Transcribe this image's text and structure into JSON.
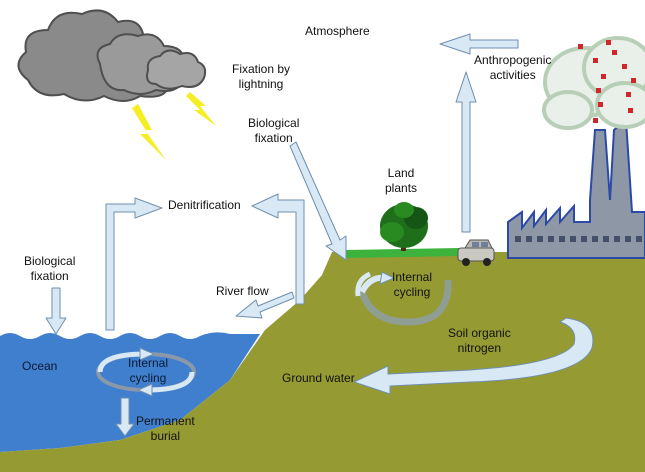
{
  "labels": {
    "atmosphere": "Atmosphere",
    "fixation_lightning": [
      "Fixation by",
      "lightning"
    ],
    "anthropogenic": [
      "Anthropogenic",
      "activities"
    ],
    "biological_fixation_land": [
      "Biological",
      "fixation"
    ],
    "land_plants": [
      "Land",
      "plants"
    ],
    "denitrification": "Denitrification",
    "biological_fixation_ocean": [
      "Biological",
      "fixation"
    ],
    "river_flow": "River flow",
    "internal_cycling_land": [
      "Internal",
      "cycling"
    ],
    "soil_organic_nitrogen": [
      "Soil organic",
      "nitrogen"
    ],
    "ocean": "Ocean",
    "internal_cycling_ocean": [
      "Internal",
      "cycling"
    ],
    "ground_water": "Ground water",
    "permanent_burial": [
      "Permanent",
      "burial"
    ]
  },
  "colors": {
    "ground": "#969a33",
    "ocean": "#3f7fce",
    "arrow_fill": "#d8e8f5",
    "arrow_stroke": "#6f8fad",
    "cloud": "#8f8f8f",
    "cloud_dark": "#5a5a5a",
    "lightning": "#f4ee22",
    "factory": "#8d97a5",
    "factory_edge": "#2b4aa8",
    "smoke": "#e9efe9",
    "smoke_dots": "#d0262a",
    "tree": "#1e6e1a",
    "grass": "#3db33d"
  }
}
